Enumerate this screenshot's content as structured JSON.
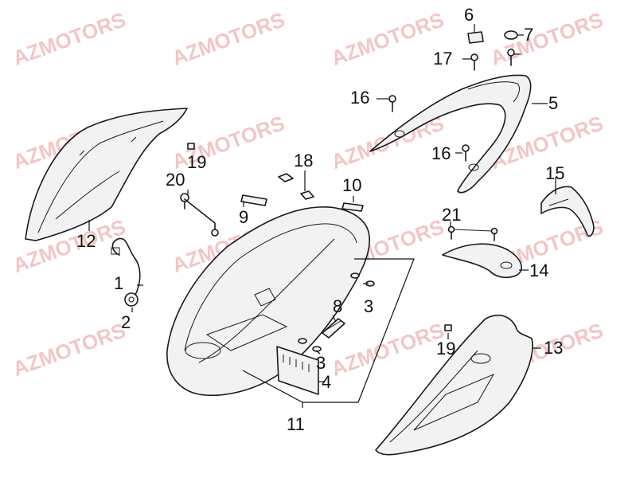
{
  "watermark": {
    "text": "AZMOTORS",
    "color": "#f3c6c6"
  },
  "callouts": [
    {
      "id": "1",
      "label": "1"
    },
    {
      "id": "2",
      "label": "2"
    },
    {
      "id": "3a",
      "label": "3"
    },
    {
      "id": "3b",
      "label": "3"
    },
    {
      "id": "4",
      "label": "4"
    },
    {
      "id": "5",
      "label": "5"
    },
    {
      "id": "6",
      "label": "6"
    },
    {
      "id": "7",
      "label": "7"
    },
    {
      "id": "8",
      "label": "8"
    },
    {
      "id": "9",
      "label": "9"
    },
    {
      "id": "10",
      "label": "10"
    },
    {
      "id": "11",
      "label": "11"
    },
    {
      "id": "12",
      "label": "12"
    },
    {
      "id": "13",
      "label": "13"
    },
    {
      "id": "14",
      "label": "14"
    },
    {
      "id": "15",
      "label": "15"
    },
    {
      "id": "16a",
      "label": "16"
    },
    {
      "id": "16b",
      "label": "16"
    },
    {
      "id": "17",
      "label": "17"
    },
    {
      "id": "18",
      "label": "18"
    },
    {
      "id": "19a",
      "label": "19"
    },
    {
      "id": "19b",
      "label": "19"
    },
    {
      "id": "20",
      "label": "20"
    },
    {
      "id": "21",
      "label": "21"
    }
  ]
}
